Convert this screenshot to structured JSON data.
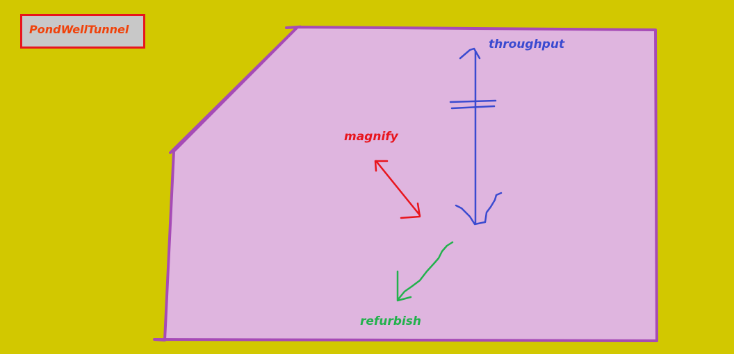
{
  "title": "PondWellTunnel",
  "labels": {
    "throughput": "throughput",
    "magnify": "magnify",
    "refurbish": "refurbish"
  },
  "colors": {
    "background": "#d2c800",
    "shape_fill": "#dfb5df",
    "shape_stroke": "#a64bb6",
    "title_border": "#e8151d",
    "title_fill": "#c8c8c8",
    "title_text": "#f0420a",
    "throughput": "#3a4ad0",
    "magnify": "#e8151d",
    "refurbish": "#22b14c"
  }
}
